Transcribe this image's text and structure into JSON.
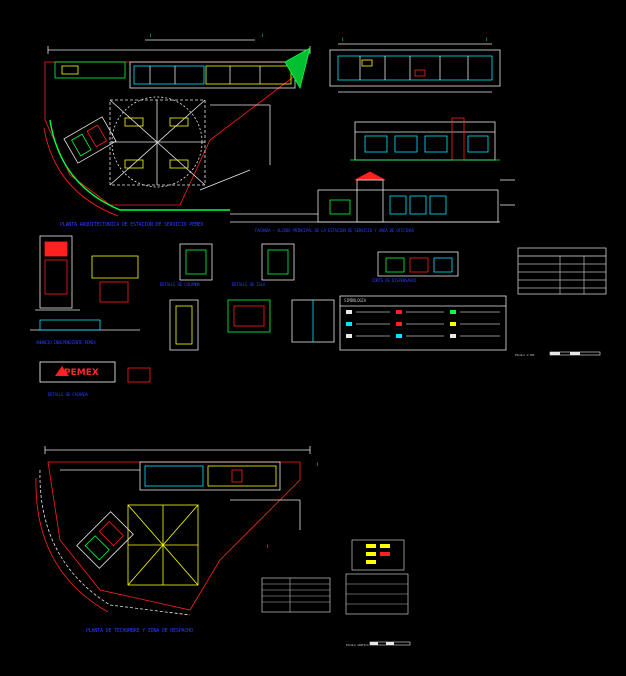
{
  "drawing": {
    "captions": {
      "plant_arch": "PLANTA ARQUITECTONICA DE ESTACION DE SERVICIO PEMEX",
      "elevations": "FACHADA — ALZADO PRINCIPAL DE LA ESTACION DE SERVICIO Y AREA DE OFICINAS",
      "plant_roof": "PLANTA DE TECHUMBRE Y ZONA DE DESPACHO",
      "pemex_sign_1": "ANUNCIO INDEPENDIENTE PEMEX",
      "pemex_sign_2": "DETALLE DE FACHADA",
      "detail_1": "DETALLE DE COLUMNA",
      "detail_2": "DETALLE DE ISLA",
      "detail_3": "CORTE DE DISPENSARIO",
      "notes": "SIMBOLOGIA",
      "small_note": "ESCALA 1:100",
      "bottom_scale": "ESCALA GRAFICA"
    },
    "brand": "PEMEX",
    "colors": {
      "background": "#000000",
      "outline": "#e8e8e8",
      "cyan": "#00e5ff",
      "yellow": "#ffff00",
      "green": "#00ff40",
      "red": "#ff2020",
      "magenta": "#ff00ff",
      "blue_text": "#2a3cff"
    }
  }
}
